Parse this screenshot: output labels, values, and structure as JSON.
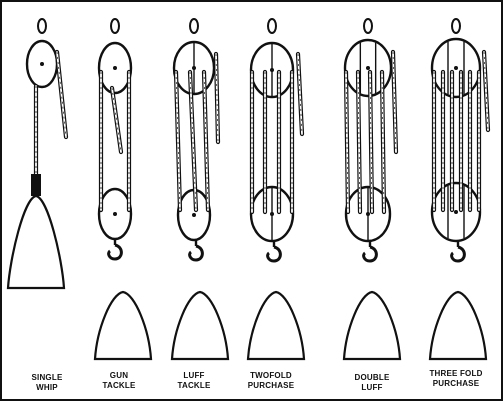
{
  "colors": {
    "ink": "#111111",
    "background": "#ffffff"
  },
  "tackles": [
    {
      "id": "single-whip",
      "line1": "SINGLE",
      "line2": "WHIP"
    },
    {
      "id": "gun-tackle",
      "line1": "GUN",
      "line2": "TACKLE"
    },
    {
      "id": "luff-tackle",
      "line1": "LUFF",
      "line2": "TACKLE"
    },
    {
      "id": "twofold-purchase",
      "line1": "TWOFOLD",
      "line2": "PURCHASE"
    },
    {
      "id": "double-luff",
      "line1": "DOUBLE",
      "line2": "LUFF"
    },
    {
      "id": "threefold-purchase",
      "line1": "THREE FOLD",
      "line2": "PURCHASE"
    }
  ]
}
